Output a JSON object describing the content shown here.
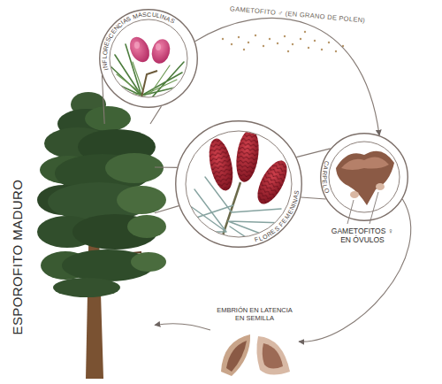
{
  "diagram": {
    "nodes": [
      {
        "text": [
          "ESPOROFITO MADURO"
        ]
      },
      {
        "text": [
          "INFLORESCENCIAS MASCULINAS"
        ]
      },
      {
        "text": [
          "FLORES FEMENINAS"
        ]
      },
      {
        "text": [
          "CARPELO"
        ]
      },
      {
        "text": [
          "EMBRIÓN EN LATENCIA EN SEMILLA"
        ]
      }
    ],
    "edges": [
      {
        "from": 0,
        "to": 1,
        "arrow": "none"
      },
      {
        "from": 0,
        "to": 2,
        "arrow": "none"
      },
      {
        "from": 1,
        "to": 3,
        "label": "GAMETOFITO ♂ (EN GRANO DE POLEN)",
        "arrow": "to"
      },
      {
        "from": 2,
        "to": 3,
        "arrow": "none"
      },
      {
        "from": 3,
        "to": 4,
        "arrow": "to"
      },
      {
        "from": 4,
        "to": 0,
        "arrow": "to"
      }
    ],
    "labels": [
      "GAMETOFITOS ♀ EN ÓVULOS"
    ]
  }
}
